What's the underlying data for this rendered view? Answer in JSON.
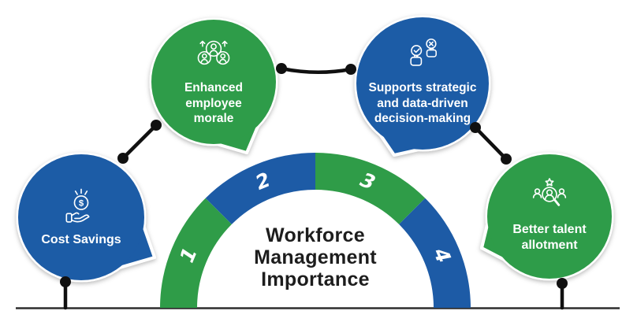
{
  "title": {
    "lines": [
      "Workforce",
      "Management",
      "Importance"
    ]
  },
  "colors": {
    "green": "#2f9c48",
    "blue": "#1d5ba6",
    "connector": "#101010",
    "baseline": "#2e2e2e",
    "title_text": "#1d1d1d",
    "bubble_text": "#ffffff"
  },
  "arc": {
    "segments": [
      {
        "number": "1",
        "color_name": "green"
      },
      {
        "number": "2",
        "color_name": "blue"
      },
      {
        "number": "3",
        "color_name": "green"
      },
      {
        "number": "4",
        "color_name": "blue"
      }
    ]
  },
  "bubbles": [
    {
      "label": "Cost Savings",
      "color_name": "blue",
      "icon": "money-hand-icon"
    },
    {
      "label": "Enhanced employee morale",
      "color_name": "green",
      "icon": "team-growth-icon"
    },
    {
      "label": "Supports strategic and data-driven decision-making",
      "color_name": "blue",
      "icon": "decision-thumbs-icon"
    },
    {
      "label": "Better talent allotment",
      "color_name": "green",
      "icon": "talent-search-icon"
    }
  ]
}
